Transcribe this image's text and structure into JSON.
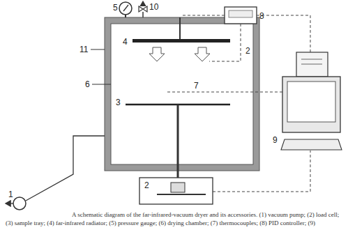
{
  "diagram": {
    "caption": "A schematic diagram of the far-infrared-vacuum dryer and its accessories. (1) vacuum pump; (2) load cell; (3) sample tray; (4) far-infrared radiator; (5) pressure gauge; (6) drying chamber; (7) thermocouples; (8) PID controller; (9)",
    "labels": [
      "5",
      "10",
      "8",
      "4",
      "2",
      "11",
      "6",
      "7",
      "3",
      "9",
      "1",
      "2"
    ]
  }
}
